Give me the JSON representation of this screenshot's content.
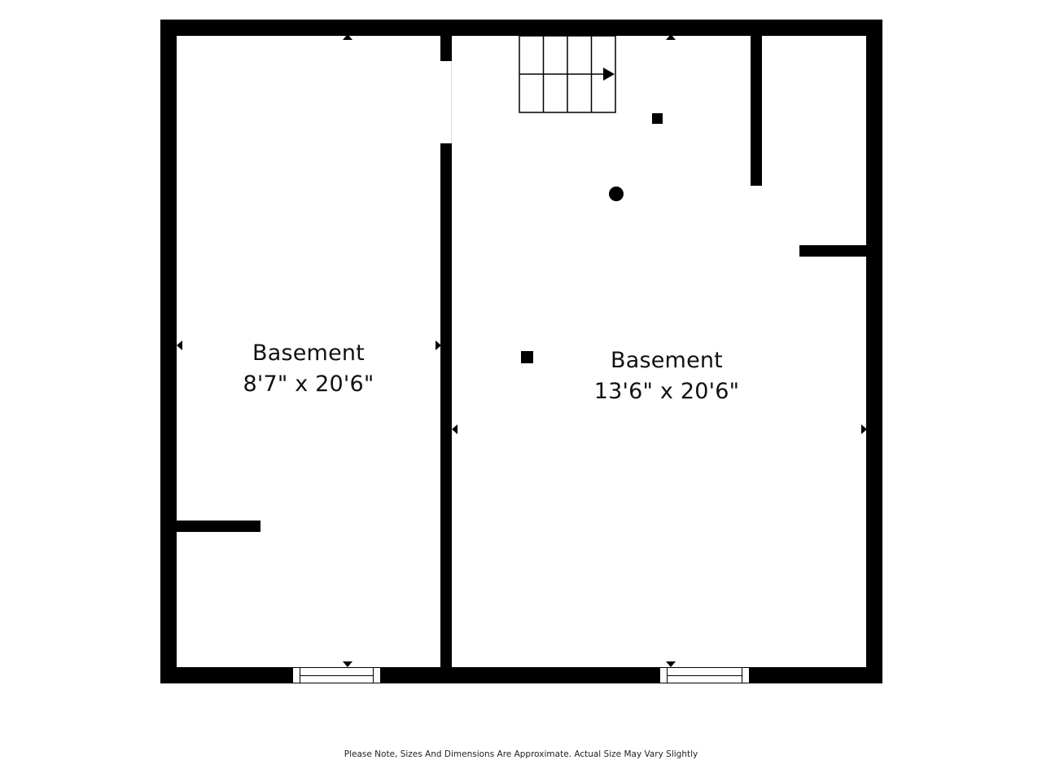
{
  "floorplan": {
    "rooms": [
      {
        "name": "Basement",
        "dimensions": "8'7\" x 20'6\""
      },
      {
        "name": "Basement",
        "dimensions": "13'6\" x 20'6\""
      }
    ],
    "features": {
      "stairs": "stairs-icon",
      "windows": 2,
      "posts": 2,
      "round_column": 1
    },
    "colors": {
      "wall": "#000000",
      "background": "#ffffff",
      "text": "#111111"
    }
  },
  "footer": {
    "note": "Please Note, Sizes And Dimensions Are Approximate. Actual Size May Vary Slightly"
  }
}
